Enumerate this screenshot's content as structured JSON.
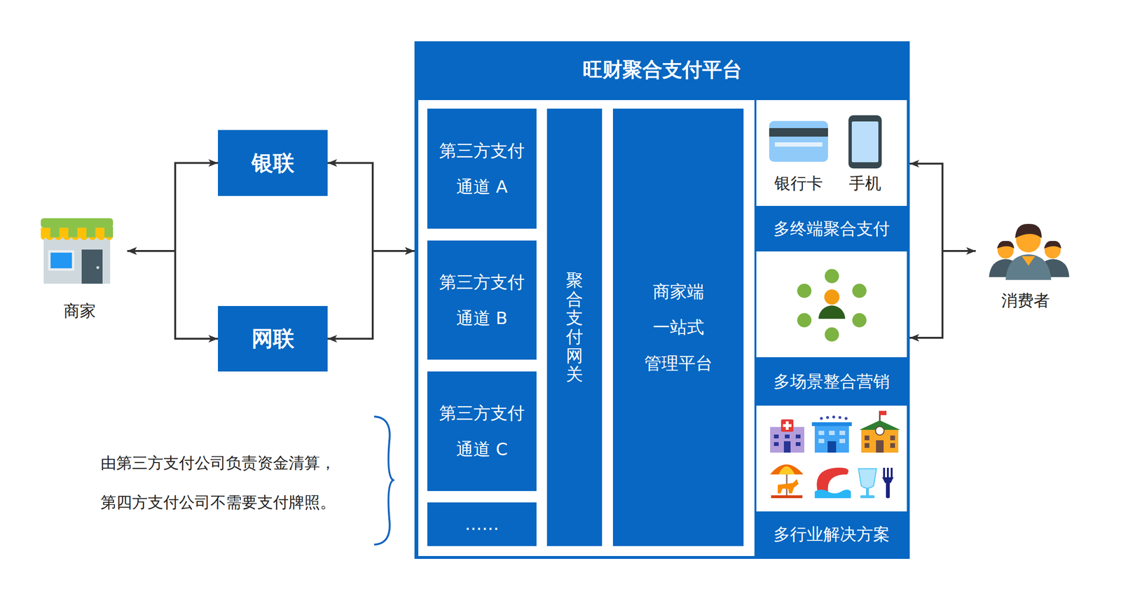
{
  "diagram": {
    "nodes": [
      {
        "text": [
          "商家"
        ]
      },
      {
        "text": [
          "银联"
        ]
      },
      {
        "text": [
          "网联"
        ]
      },
      {
        "text": [
          "旺财聚合支付平台"
        ]
      },
      {
        "text": [
          "第三方支付 通道 A"
        ],
        "in": 3
      },
      {
        "text": [
          "第三方支付 通道 B"
        ],
        "in": 3
      },
      {
        "text": [
          "第三方支付 通道 C"
        ],
        "in": 3
      },
      {
        "text": [
          "……"
        ],
        "in": 3
      },
      {
        "text": [
          "聚合支付网关"
        ],
        "in": 3
      },
      {
        "text": [
          "商家端 一站式 管理平台"
        ],
        "in": 3
      },
      {
        "text": [
          "多终端聚合支付"
        ],
        "in": 3
      },
      {
        "text": [
          "多场景整合营销"
        ],
        "in": 3
      },
      {
        "text": [
          "多行业解决方案"
        ],
        "in": 3
      },
      {
        "text": [
          "消费者"
        ]
      }
    ],
    "edges": [
      {
        "from": 0,
        "to": 1,
        "arrow": "both"
      },
      {
        "from": 0,
        "to": 2,
        "arrow": "both"
      },
      {
        "from": 1,
        "to": 3,
        "arrow": "both"
      },
      {
        "from": 2,
        "to": 3,
        "arrow": "both"
      },
      {
        "from": 13,
        "to": 3,
        "arrow": "both"
      }
    ],
    "labels": [
      "银行卡",
      "手机",
      "由第三方支付公司负责资金清算， 第四方支付公司不需要支付牌照。"
    ]
  }
}
